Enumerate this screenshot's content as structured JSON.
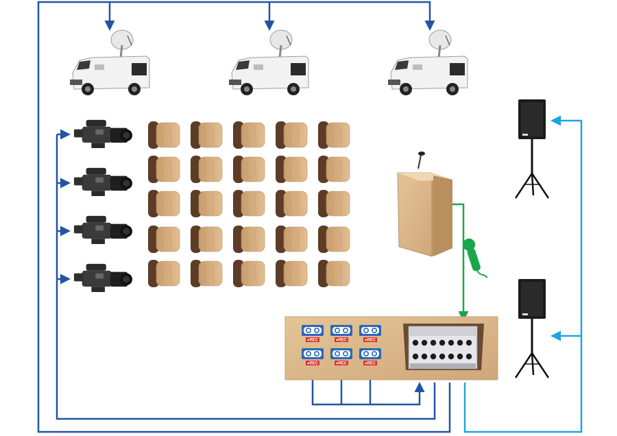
{
  "colors": {
    "dark_blue": "#2154a2",
    "light_blue": "#1aa6e0",
    "green": "#1aa64a",
    "wood_light": "#d8b58a",
    "wood_dark": "#6b4a33",
    "cassette_blue": "#2a67b8",
    "rec_red": "#d9302c"
  },
  "icons": {
    "satellite_trucks": [
      "satellite-truck-icon",
      "satellite-truck-icon",
      "satellite-truck-icon"
    ],
    "cameras": [
      "video-camera-icon",
      "video-camera-icon",
      "video-camera-icon",
      "video-camera-icon"
    ],
    "chairs": {
      "rows": 5,
      "columns": 5,
      "icon": "chair-icon"
    },
    "podium": "podium-icon",
    "microphone": "wireless-microphone-icon",
    "speakers": [
      "pa-speaker-on-stand-icon",
      "pa-speaker-on-stand-icon"
    ],
    "recorders": [
      "cassette-recorder-icon",
      "cassette-recorder-icon",
      "cassette-recorder-icon",
      "cassette-recorder-icon",
      "cassette-recorder-icon",
      "cassette-recorder-icon"
    ],
    "splitter": "press-box-splitter-icon"
  },
  "recorder_label": "●REC"
}
